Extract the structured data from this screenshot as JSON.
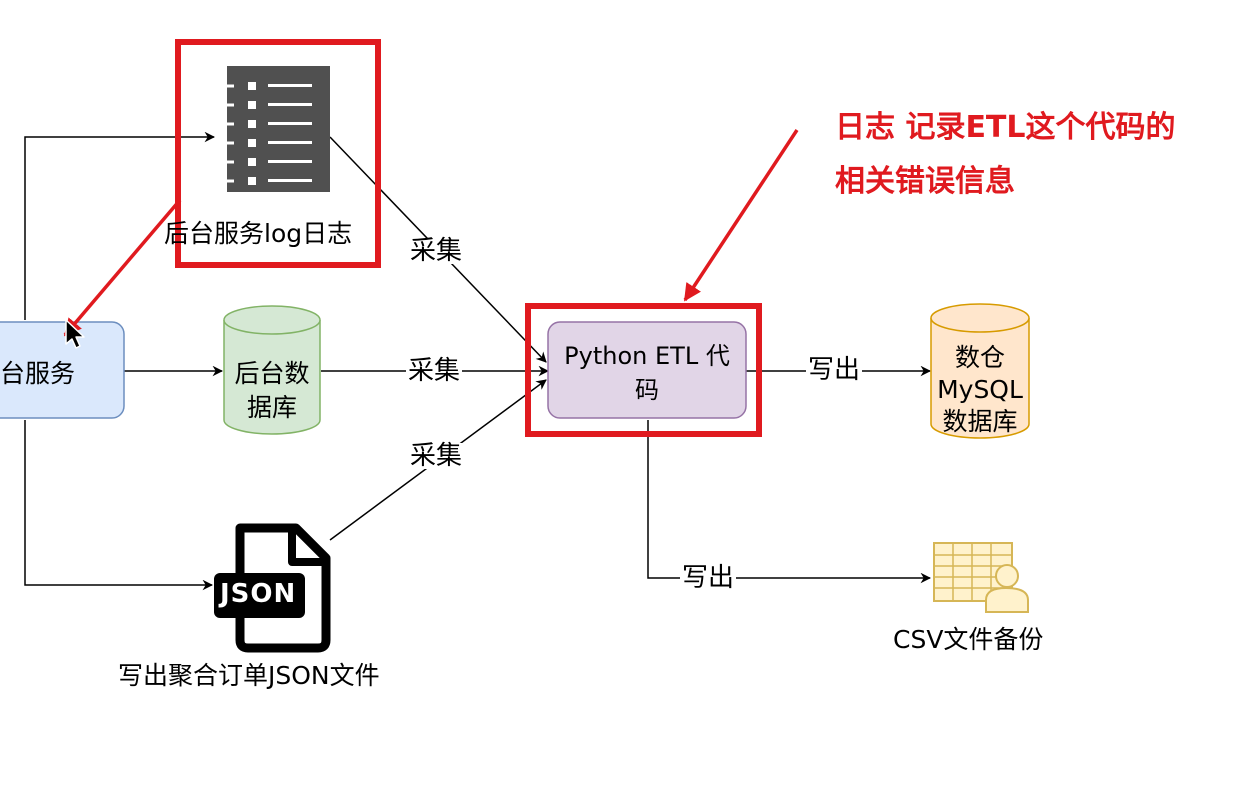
{
  "nodes": {
    "backend_service": {
      "label": "台服务"
    },
    "log_file": {
      "label": "后台服务log日志"
    },
    "backend_db": {
      "label_line1": "后台数",
      "label_line2": "据库"
    },
    "json_file": {
      "icon_text": "JSON",
      "label": "写出聚合订单JSON文件"
    },
    "etl": {
      "label_line1": "Python ETL 代",
      "label_line2": "码"
    },
    "warehouse_db": {
      "label_line1": "数仓",
      "label_line2": "MySQL",
      "label_line3": "数据库"
    },
    "csv_backup": {
      "label": "CSV文件备份"
    }
  },
  "edges": {
    "collect_label": "采集",
    "write_label": "写出"
  },
  "annotation": {
    "line1": "日志 记录ETL这个代码的",
    "line2": "相关错误信息"
  },
  "colors": {
    "highlight": "#e01a1f",
    "service_fill": "#dae8fc",
    "service_stroke": "#6c8ebf",
    "db_fill": "#d5e8d4",
    "db_stroke": "#82b366",
    "etl_fill": "#e1d5e7",
    "etl_stroke": "#9673a6",
    "warehouse_fill": "#ffe6cc",
    "warehouse_stroke": "#d79b00",
    "csv_fill": "#fff2cc",
    "csv_stroke": "#d6b656"
  }
}
